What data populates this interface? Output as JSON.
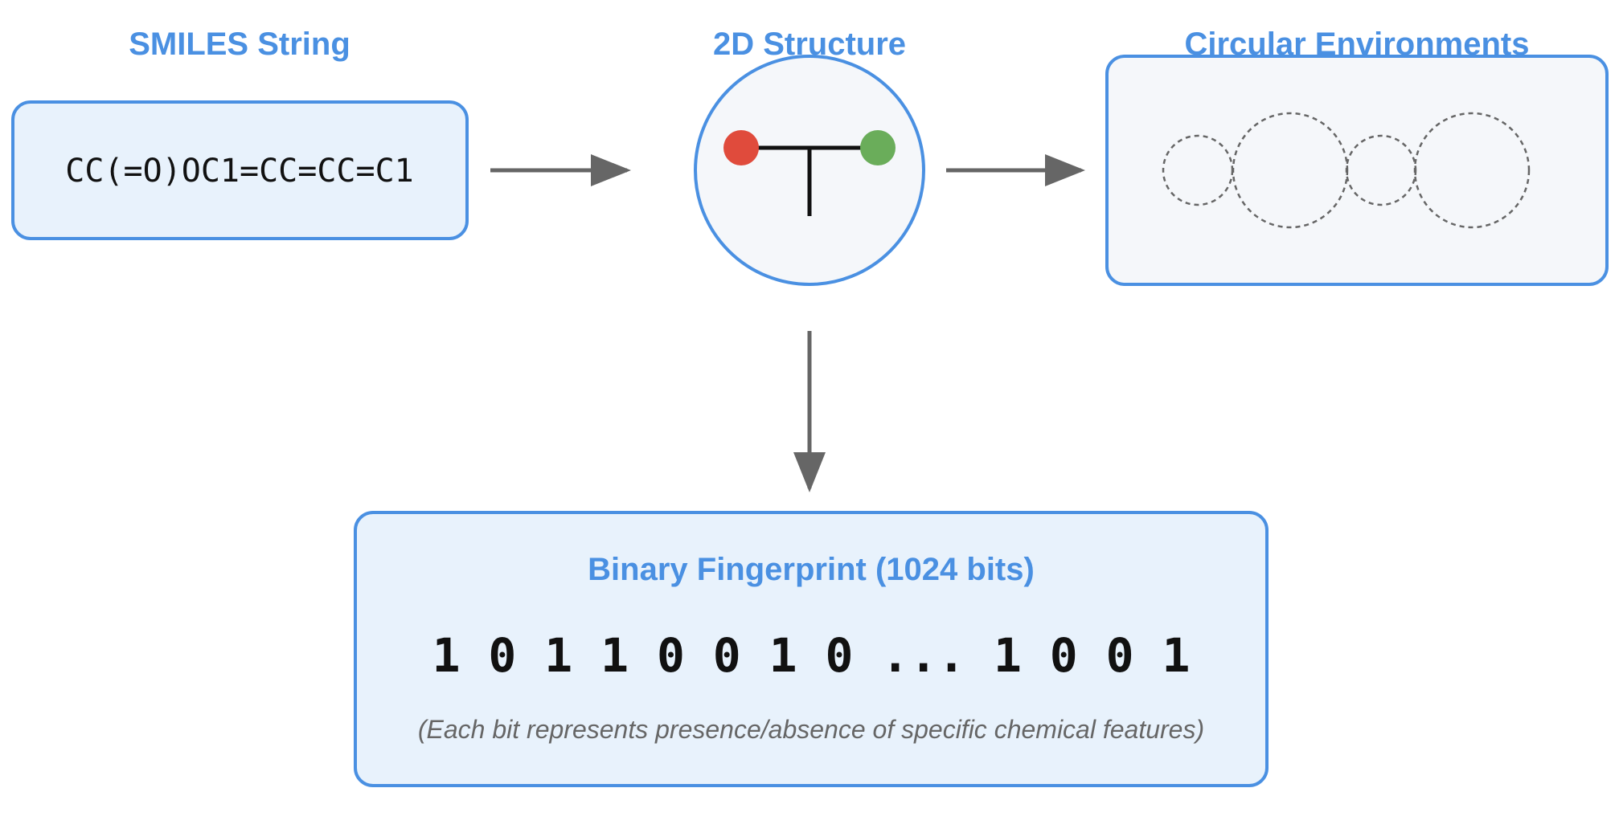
{
  "smiles": {
    "title": "SMILES String",
    "value": "CC(=O)OC1=CC=CC=C1"
  },
  "structure": {
    "title": "2D Structure",
    "atom_left_color": "#e04b3c",
    "atom_right_color": "#6aad5a"
  },
  "environments": {
    "title": "Circular Environments"
  },
  "fingerprint": {
    "title": "Binary Fingerprint (1024 bits)",
    "bits": "1 0 1 1 0 0 1 0 ... 1 0 0 1",
    "caption": "(Each bit represents presence/absence of specific chemical features)"
  },
  "colors": {
    "accent": "#4a90e2",
    "box_fill": "#e8f2fc",
    "panel_fill": "#f5f7fa",
    "arrow": "#666666"
  }
}
